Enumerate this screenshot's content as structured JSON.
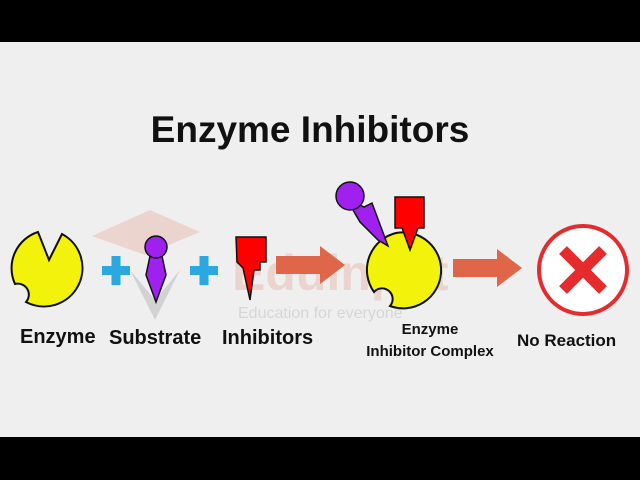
{
  "title": "Enzyme Inhibitors",
  "labels": {
    "enzyme": "Enzyme",
    "substrate": "Substrate",
    "inhibitors": "Inhibitors",
    "complex_line1": "Enzyme",
    "complex_line2": "Inhibitor Complex",
    "no_reaction": "No Reaction"
  },
  "watermark": {
    "brand": "Eduinput",
    "tagline": "Education for everyone"
  },
  "colors": {
    "enzyme": "#f2f20a",
    "substrate": "#a020f0",
    "inhibitor": "#ff0000",
    "plus": "#2aa8df",
    "arrow": "#e0664a",
    "no_reaction": "#e52b2b"
  }
}
